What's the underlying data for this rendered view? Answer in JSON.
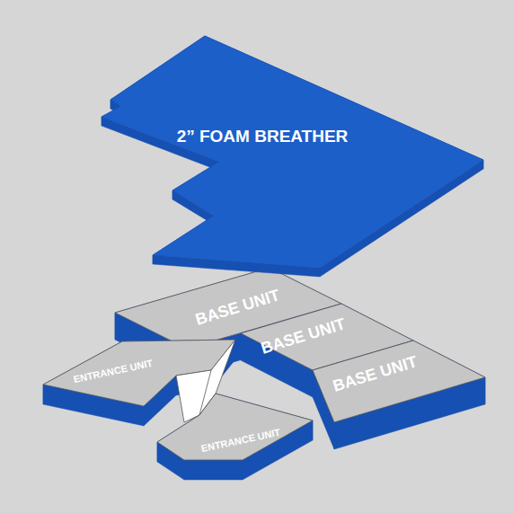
{
  "diagram": {
    "nodes": [
      {
        "text": [
          "2” FOAM BREATHER"
        ]
      },
      {
        "text": [
          "BASE UNIT"
        ]
      },
      {
        "text": [
          "BASE UNIT"
        ]
      },
      {
        "text": [
          "BASE UNIT"
        ]
      },
      {
        "text": [
          "ENTRANCE UNIT"
        ]
      },
      {
        "text": [
          "ENTRANCE UNIT"
        ]
      }
    ]
  }
}
